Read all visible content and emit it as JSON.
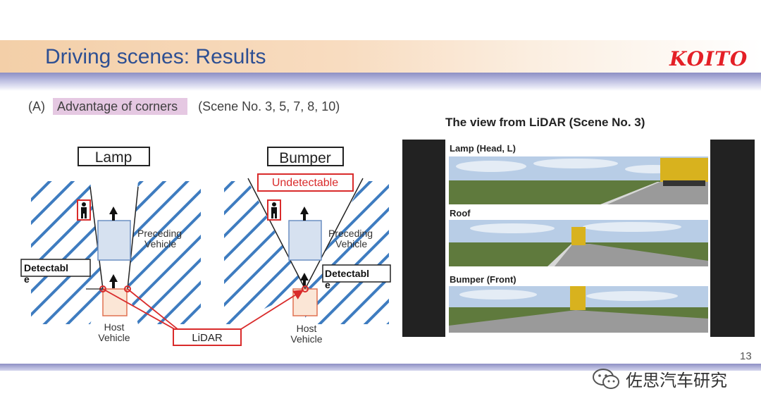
{
  "slide": {
    "title": "Driving scenes: Results",
    "logo_text": "KOITO",
    "page_number": "13",
    "section_prefix": "(A)",
    "section_highlight": "Advantage of corners",
    "section_scenes": "(Scene No. 3, 5, 7, 8, 10)"
  },
  "diagram": {
    "lamp_label": "Lamp",
    "bumper_label": "Bumper",
    "undetectable": "Undetectable",
    "detectable_left": "Detectabl",
    "detectable_left_2": "e",
    "detectable_right": "Detectabl",
    "detectable_right_2": "e",
    "preceding_1": "Preceding",
    "preceding_2": "Vehicle",
    "host_1": "Host",
    "host_2": "Vehicle",
    "lidar_label": "LiDAR"
  },
  "lidar_view": {
    "title": "The view from LiDAR (Scene No. 3)",
    "views": [
      "Lamp (Head, L)",
      "Roof",
      "Bumper (Front)"
    ]
  },
  "watermark": {
    "text": "佐思汽车研究"
  },
  "colors": {
    "title": "#2d4f93",
    "accent_red": "#e41f26",
    "hatch": "#3e7cc0",
    "highlight": "#e5c8e2"
  }
}
